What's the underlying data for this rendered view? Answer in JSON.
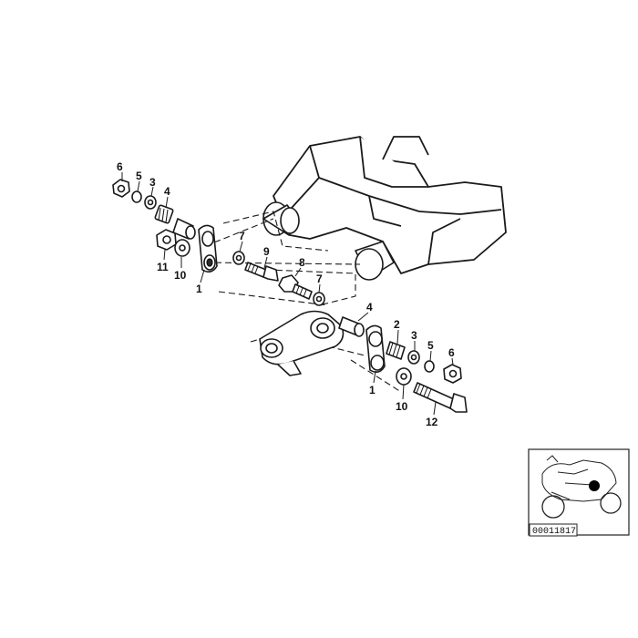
{
  "diagram": {
    "type": "exploded-parts",
    "callouts": [
      {
        "id": "c6a",
        "label": "6"
      },
      {
        "id": "c5a",
        "label": "5"
      },
      {
        "id": "c3a",
        "label": "3"
      },
      {
        "id": "c4a",
        "label": "4"
      },
      {
        "id": "c11",
        "label": "11"
      },
      {
        "id": "c10a",
        "label": "10"
      },
      {
        "id": "c1a",
        "label": "1"
      },
      {
        "id": "c7a",
        "label": "7"
      },
      {
        "id": "c9",
        "label": "9"
      },
      {
        "id": "c8",
        "label": "8"
      },
      {
        "id": "c7b",
        "label": "7"
      },
      {
        "id": "c4b",
        "label": "4"
      },
      {
        "id": "c2",
        "label": "2"
      },
      {
        "id": "c3b",
        "label": "3"
      },
      {
        "id": "c5b",
        "label": "5"
      },
      {
        "id": "c6b",
        "label": "6"
      },
      {
        "id": "c1b",
        "label": "1"
      },
      {
        "id": "c10b",
        "label": "10"
      },
      {
        "id": "c12",
        "label": "12"
      }
    ],
    "reference_number": "00011817"
  }
}
